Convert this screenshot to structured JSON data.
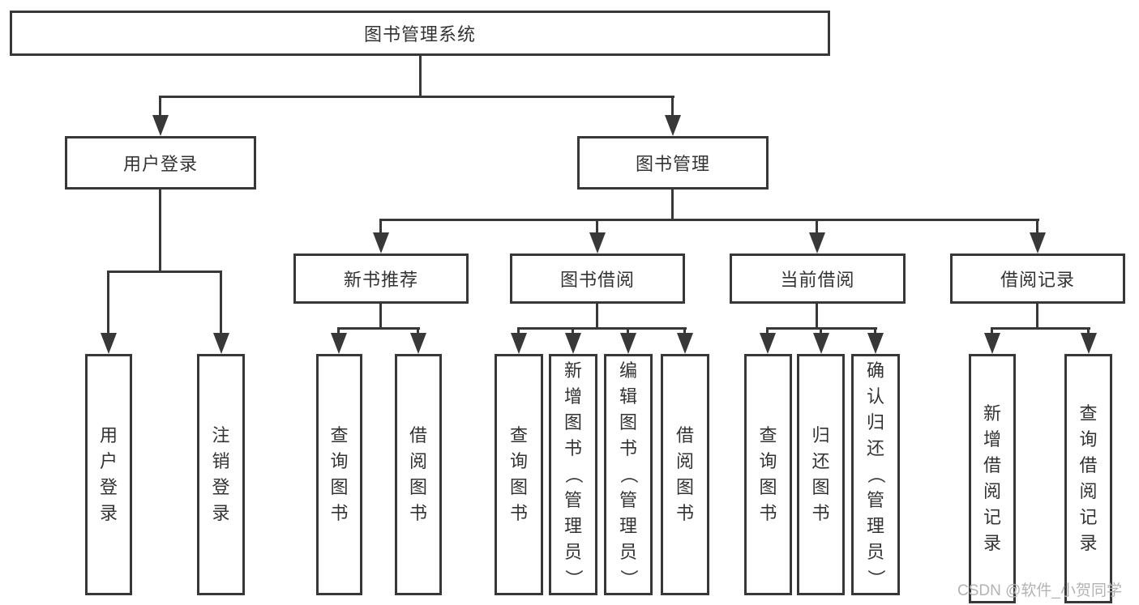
{
  "diagram": {
    "root": {
      "label": "图书管理系统"
    },
    "level2": {
      "user_login": {
        "label": "用户登录"
      },
      "book_mgmt": {
        "label": "图书管理"
      }
    },
    "level3": {
      "new_books": {
        "label": "新书推荐"
      },
      "book_borrow": {
        "label": "图书借阅"
      },
      "current_borrow": {
        "label": "当前借阅"
      },
      "borrow_records": {
        "label": "借阅记录"
      }
    },
    "leaves": {
      "user_login": {
        "label": "用户登录"
      },
      "logout": {
        "label": "注销登录"
      },
      "nb_query": {
        "label": "查询图书"
      },
      "nb_borrow": {
        "label": "借阅图书"
      },
      "bb_query": {
        "label": "查询图书"
      },
      "bb_add": {
        "label": "新增图书（管理员）"
      },
      "bb_edit": {
        "label": "编辑图书（管理员）"
      },
      "bb_borrow": {
        "label": "借阅图书"
      },
      "cb_query": {
        "label": "查询图书"
      },
      "cb_return": {
        "label": "归还图书"
      },
      "cb_confirm": {
        "label": "确认归还（管理员）"
      },
      "br_add": {
        "label": "新增借阅记录"
      },
      "br_query": {
        "label": "查询借阅记录"
      }
    },
    "watermark": "CSDN @软件_小贺同学",
    "colors": {
      "line": "#383838",
      "text": "#333333",
      "watermark": "#b3b3b3",
      "background": "#ffffff"
    }
  }
}
